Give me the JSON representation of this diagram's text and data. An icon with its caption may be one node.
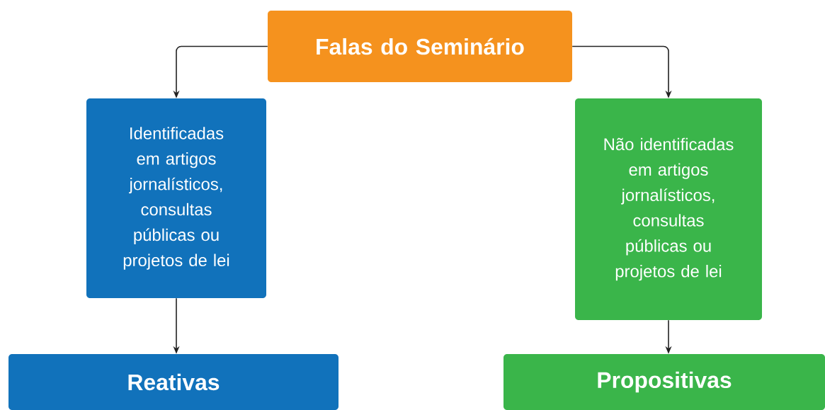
{
  "diagram": {
    "nodes": [
      {
        "text": [
          "Falas do Seminário"
        ]
      },
      {
        "text": [
          "Identificadas em artigos jornalísticos, consultas públicas ou projetos de lei"
        ]
      },
      {
        "text": [
          "Não identificadas em artigos jornalísticos, consultas públicas ou projetos de lei"
        ]
      },
      {
        "text": [
          "Reativas"
        ]
      },
      {
        "text": [
          "Propositivas"
        ]
      }
    ],
    "edges": [
      {
        "from": 0,
        "to": 1,
        "arrow": "to"
      },
      {
        "from": 0,
        "to": 2,
        "arrow": "to"
      },
      {
        "from": 1,
        "to": 3,
        "arrow": "to"
      },
      {
        "from": 2,
        "to": 4,
        "arrow": "to"
      }
    ]
  }
}
